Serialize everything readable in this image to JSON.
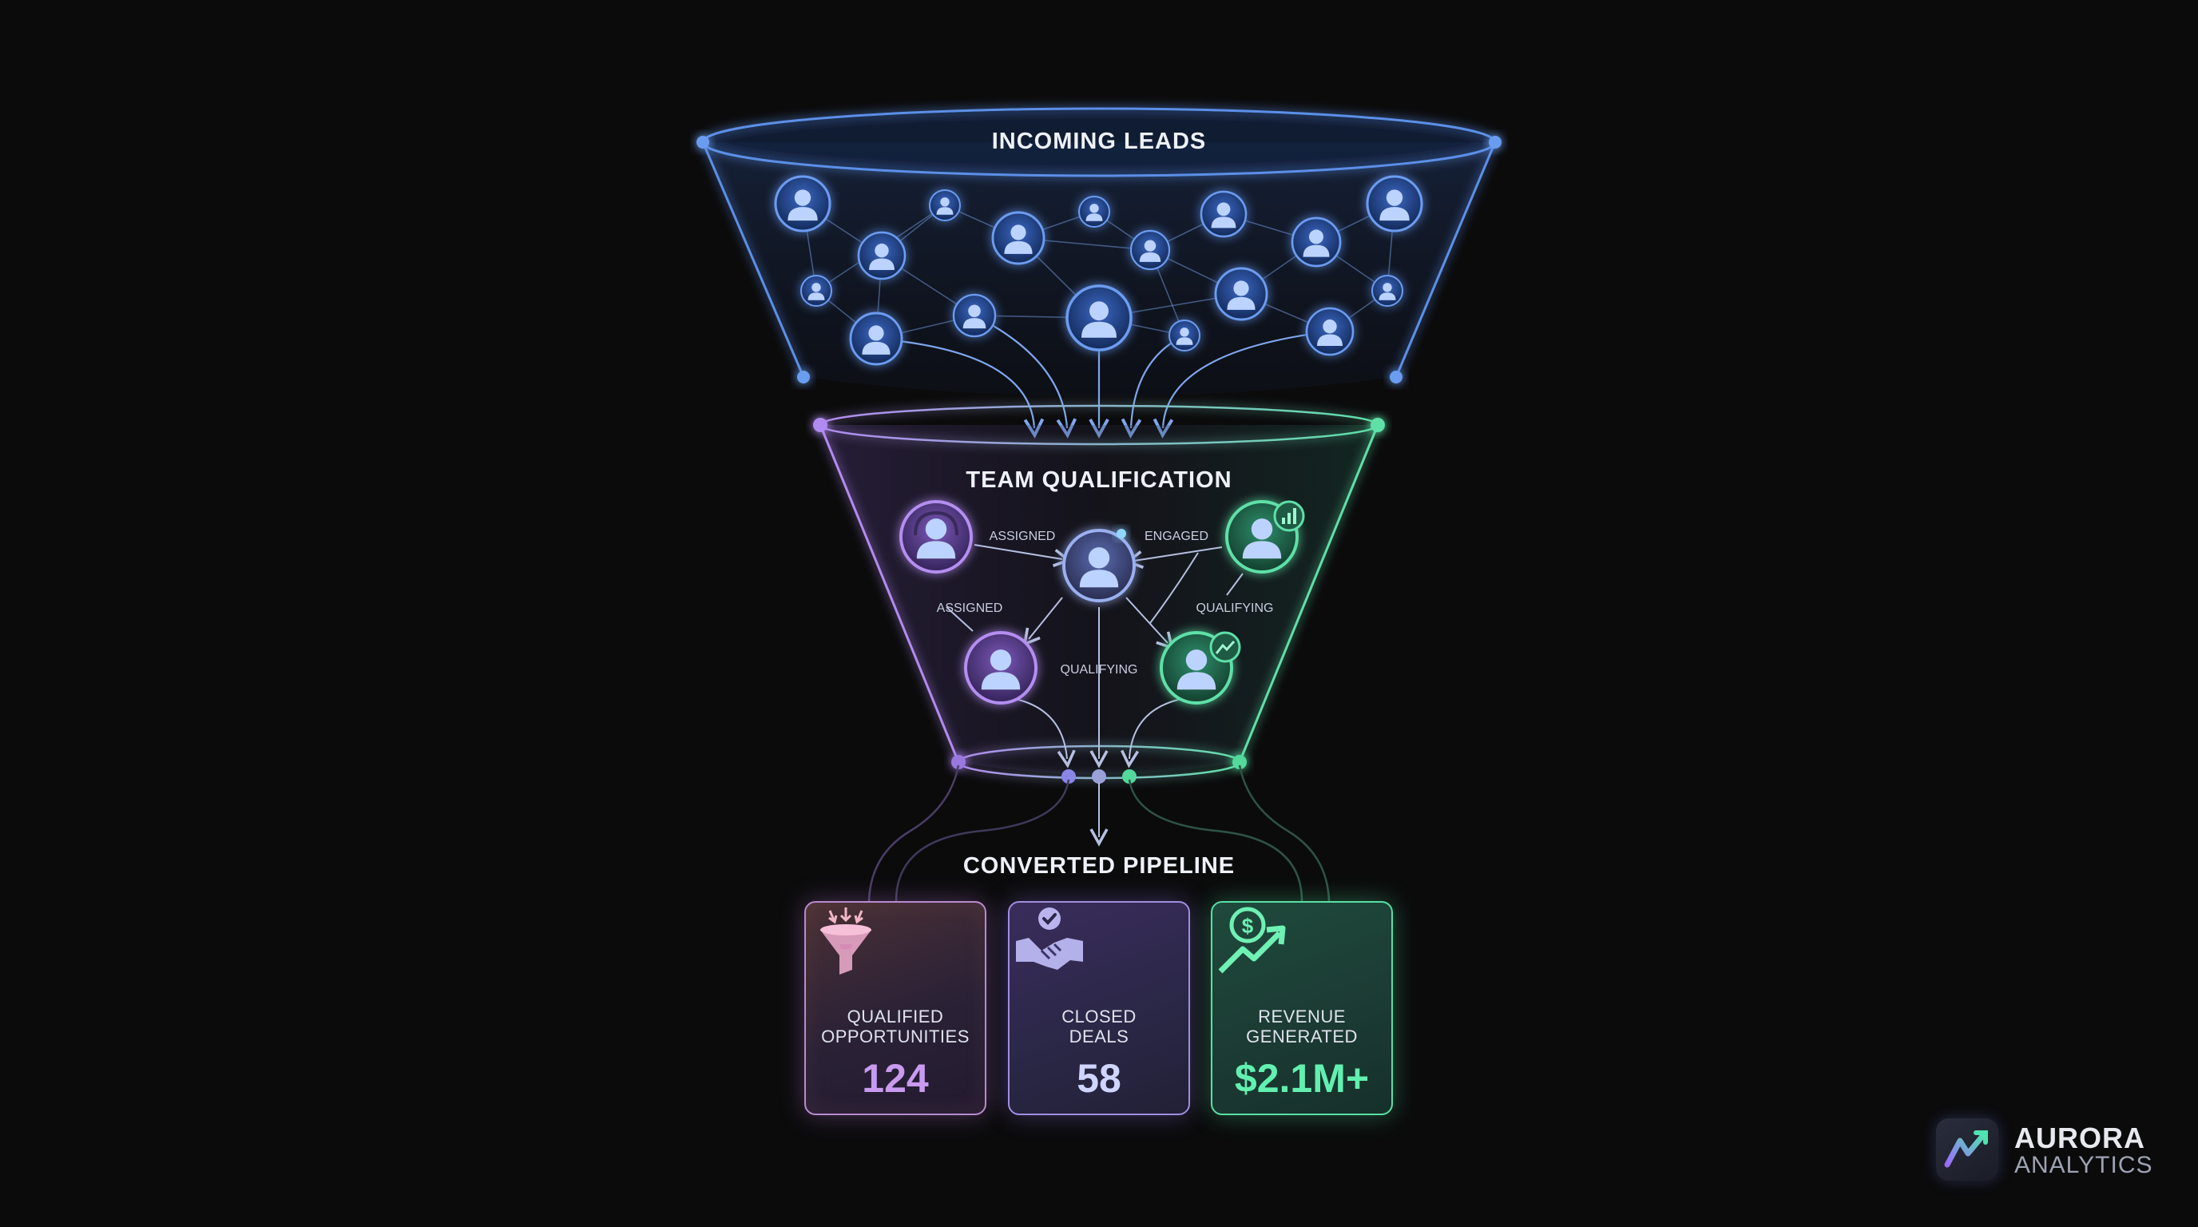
{
  "stages": {
    "incoming": "INCOMING LEADS",
    "qualification": "TEAM QUALIFICATION",
    "converted": "CONVERTED PIPELINE"
  },
  "edge_labels": {
    "assigned_top": "ASSIGNED",
    "engaged": "ENGAGED",
    "assigned_left": "ASSIGNED",
    "qualifying_right": "QUALIFYING",
    "qualifying_center": "QUALIFYING"
  },
  "metrics": [
    {
      "label": "QUALIFIED\nOPPORTUNITIES",
      "value": "124",
      "icon": "funnel-icon"
    },
    {
      "label": "CLOSED\nDEALS",
      "value": "58",
      "icon": "handshake-check-icon"
    },
    {
      "label": "REVENUE\nGENERATED",
      "value": "$2.1M+",
      "icon": "dollar-growth-icon"
    }
  ],
  "brand": {
    "name": "AURORA",
    "subtitle": "ANALYTICS"
  },
  "colors": {
    "background": "#0b0b0c",
    "leads_blue": "#5c8fe8",
    "team_purple": "#a98be6",
    "team_green": "#52d99b"
  }
}
